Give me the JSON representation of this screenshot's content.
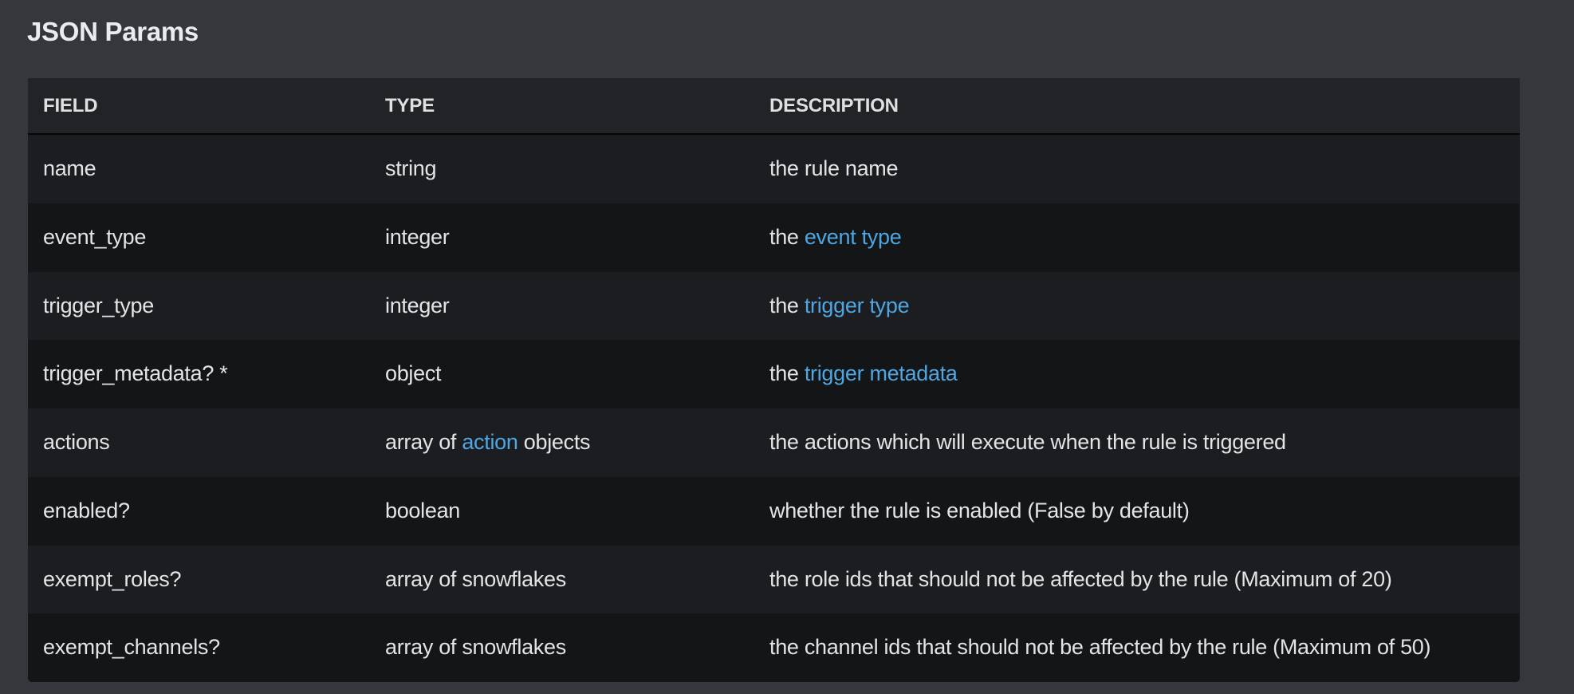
{
  "section": {
    "title": "JSON Params"
  },
  "table": {
    "headers": {
      "field": "FIELD",
      "type": "TYPE",
      "description": "DESCRIPTION"
    },
    "rows": [
      {
        "field": "name",
        "type_prefix": "string",
        "type_link": "",
        "type_suffix": "",
        "desc_prefix": "the rule name",
        "desc_link": "",
        "desc_suffix": ""
      },
      {
        "field": "event_type",
        "type_prefix": "integer",
        "type_link": "",
        "type_suffix": "",
        "desc_prefix": "the ",
        "desc_link": "event type",
        "desc_suffix": ""
      },
      {
        "field": "trigger_type",
        "type_prefix": "integer",
        "type_link": "",
        "type_suffix": "",
        "desc_prefix": "the ",
        "desc_link": "trigger type",
        "desc_suffix": ""
      },
      {
        "field": "trigger_metadata? *",
        "type_prefix": "object",
        "type_link": "",
        "type_suffix": "",
        "desc_prefix": "the ",
        "desc_link": "trigger metadata",
        "desc_suffix": ""
      },
      {
        "field": "actions",
        "type_prefix": "array of ",
        "type_link": "action",
        "type_suffix": " objects",
        "desc_prefix": "the actions which will execute when the rule is triggered",
        "desc_link": "",
        "desc_suffix": ""
      },
      {
        "field": "enabled?",
        "type_prefix": "boolean",
        "type_link": "",
        "type_suffix": "",
        "desc_prefix": "whether the rule is enabled (False by default)",
        "desc_link": "",
        "desc_suffix": ""
      },
      {
        "field": "exempt_roles?",
        "type_prefix": "array of snowflakes",
        "type_link": "",
        "type_suffix": "",
        "desc_prefix": "the role ids that should not be affected by the rule (Maximum of 20)",
        "desc_link": "",
        "desc_suffix": ""
      },
      {
        "field": "exempt_channels?",
        "type_prefix": "array of snowflakes",
        "type_link": "",
        "type_suffix": "",
        "desc_prefix": "the channel ids that should not be affected by the rule (Maximum of 50)",
        "desc_link": "",
        "desc_suffix": ""
      }
    ]
  },
  "colors": {
    "page_background": "#36373d",
    "header_background": "#222327",
    "row_odd": "#1c1d21",
    "row_even": "#141517",
    "text": "#e3e4e6",
    "link": "#4ea6e2"
  }
}
